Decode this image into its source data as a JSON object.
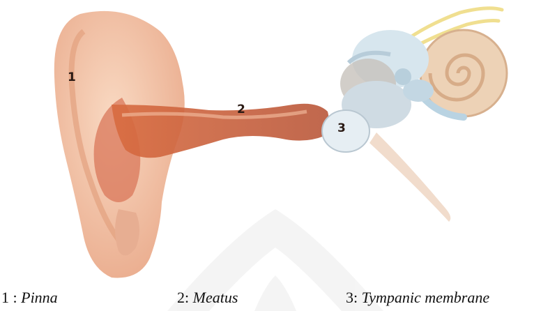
{
  "diagram": {
    "markers": [
      {
        "id": "1",
        "label": "1"
      },
      {
        "id": "2",
        "label": "2"
      },
      {
        "id": "3",
        "label": "3"
      }
    ],
    "legend": [
      {
        "prefix": "1 : ",
        "term": "Pinna"
      },
      {
        "prefix": "2: ",
        "term": "Meatus"
      },
      {
        "prefix": "3: ",
        "term": "Tympanic membrane"
      }
    ]
  },
  "colors": {
    "skin": "#f2c3a2",
    "skin_shadow": "#cf6f4c",
    "canal": "#c25a35",
    "inner_ear": "#c9dde8",
    "cochlea": "#e8c7a4",
    "nerve": "#f2e08c",
    "watermark": "#e9e9e9"
  }
}
